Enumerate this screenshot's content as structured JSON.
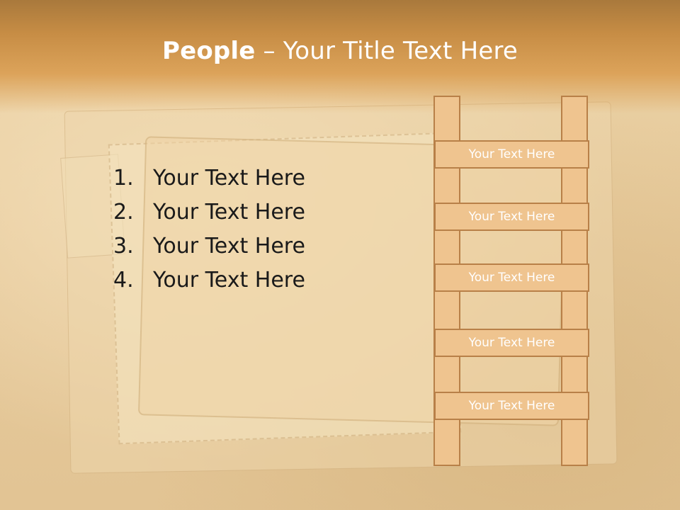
{
  "header": {
    "title_strong": "People",
    "title_rest": " – Your Title Text Here"
  },
  "list": {
    "items": [
      {
        "number": "1.",
        "text": "Your Text Here"
      },
      {
        "number": "2.",
        "text": "Your Text Here"
      },
      {
        "number": "3.",
        "text": "Your Text Here"
      },
      {
        "number": "4.",
        "text": "Your Text Here"
      }
    ]
  },
  "ladder": {
    "rungs": [
      {
        "label": "Your Text Here"
      },
      {
        "label": "Your Text Here"
      },
      {
        "label": "Your Text Here"
      },
      {
        "label": "Your Text Here"
      },
      {
        "label": "Your Text Here"
      }
    ]
  },
  "colors": {
    "header": "#c78d45",
    "ladder_fill": "#efc48f",
    "ladder_border": "#b88048"
  }
}
